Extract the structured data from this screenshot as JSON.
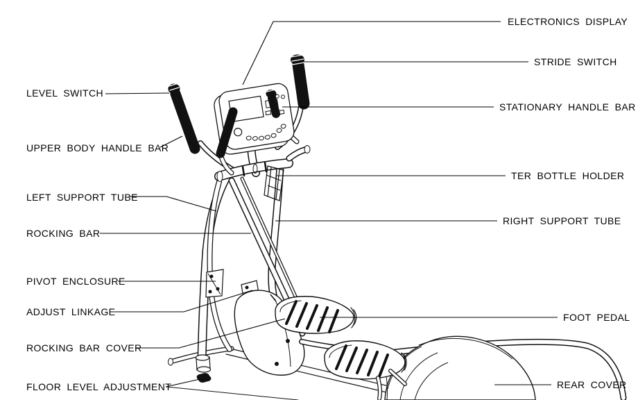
{
  "diagram": {
    "subject": "elliptical-trainer-parts-diagram",
    "colors": {
      "line": "#000000",
      "background": "#ffffff"
    }
  },
  "labels": {
    "left": [
      {
        "text": "LEVEL SWITCH"
      },
      {
        "text": "UPPER BODY HANDLE BAR"
      },
      {
        "text": "LEFT SUPPORT TUBE"
      },
      {
        "text": "ROCKING BAR"
      },
      {
        "text": "PIVOT ENCLOSURE"
      },
      {
        "text": "ADJUST LINKAGE"
      },
      {
        "text": "ROCKING BAR COVER"
      },
      {
        "text": "FLOOR LEVEL ADJUSTMENT"
      }
    ],
    "right": [
      {
        "text": "ELECTRONICS DISPLAY"
      },
      {
        "text": "STRIDE SWITCH"
      },
      {
        "text": "STATIONARY HANDLE BAR"
      },
      {
        "text": "TER BOTTLE HOLDER"
      },
      {
        "text": "RIGHT SUPPORT TUBE"
      },
      {
        "text": "FOOT PEDAL"
      },
      {
        "text": "REAR COVER"
      }
    ]
  }
}
